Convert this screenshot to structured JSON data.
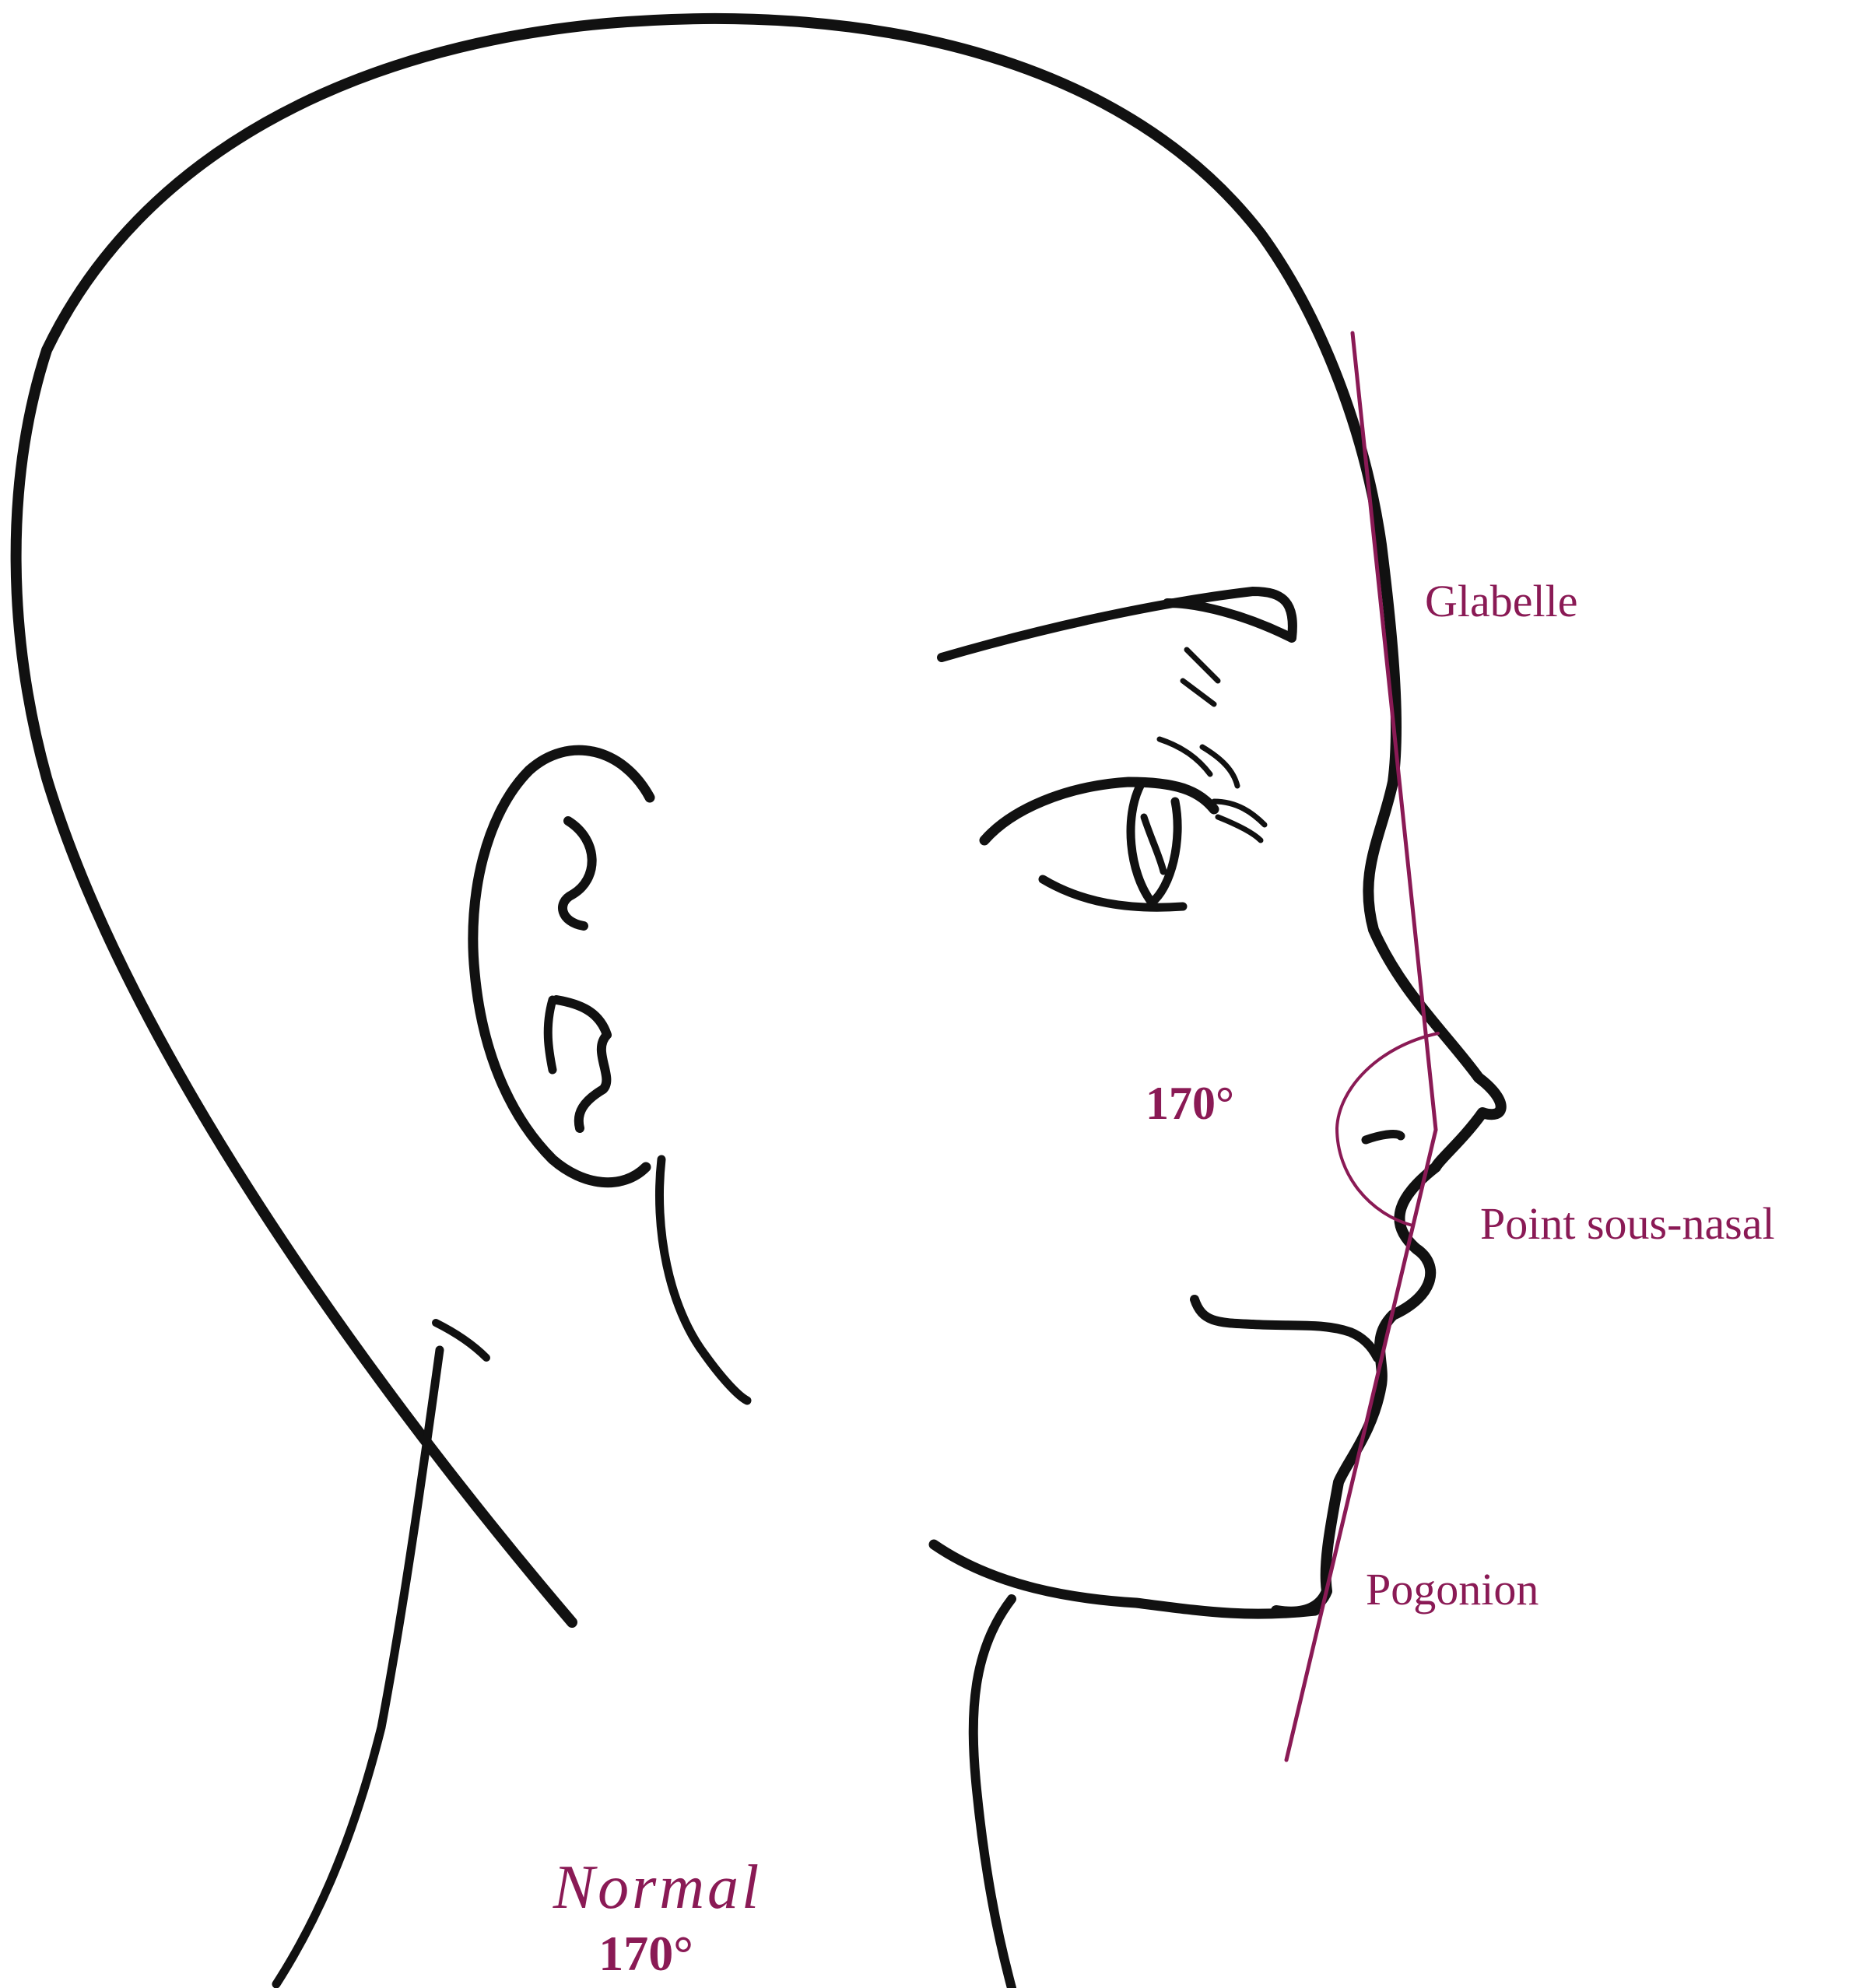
{
  "colors": {
    "accent": "#8a1a55",
    "ink": "#111111"
  },
  "landmarks": {
    "glabelle": "Glabelle",
    "point_sous_nasal": "Point sous-nasal",
    "pogonion": "Pogonion"
  },
  "angle": {
    "label": "170°"
  },
  "caption": {
    "title": "Normal",
    "value": "170°"
  }
}
